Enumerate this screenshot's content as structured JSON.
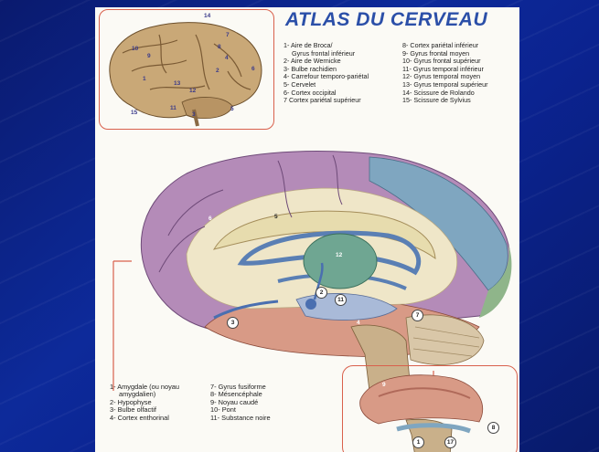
{
  "title": "ATLAS DU CERVEAU",
  "top_legend": {
    "col1": [
      "1- Aire de Broca/",
      "Gyrus frontal inférieur",
      "2- Aire de Wernicke",
      "3- Bulbe rachidien",
      "4- Carrefour temporo-pariétal",
      "5- Cervelet",
      "6- Cortex occipital",
      "7 Cortex pariétal supérieur"
    ],
    "col2": [
      "8- Cortex pariétal inférieur",
      "9- Gyrus frontal moyen",
      "10- Gyrus frontal supérieur",
      "11- Gyrus temporal inférieur",
      "12- Gyrus temporal moyen",
      "13- Gyrus temporal supérieur",
      "14- Scissure de Rolando",
      "15- Scissure de Sylvius"
    ]
  },
  "bottom_legend": {
    "col1": [
      "1- Amygdale (ou noyau",
      "amygdalien)",
      "2- Hypophyse",
      "3- Bulbe olfactif",
      "4- Cortex enthorinal"
    ],
    "col2": [
      "7- Gyrus fusiforme",
      "8- Mésencéphale",
      "9- Noyau caudé",
      "10- Pont",
      "11- Substance noire"
    ]
  },
  "top_markers": [
    "14",
    "7",
    "10",
    "9",
    "8",
    "4",
    "6",
    "1",
    "2",
    "13",
    "12",
    "3",
    "11",
    "5",
    "15"
  ],
  "main_markers": [
    "6",
    "5",
    "12",
    "2",
    "11",
    "3",
    "4",
    "7"
  ],
  "inset_markers": [
    "9",
    "8",
    "1",
    "17"
  ]
}
